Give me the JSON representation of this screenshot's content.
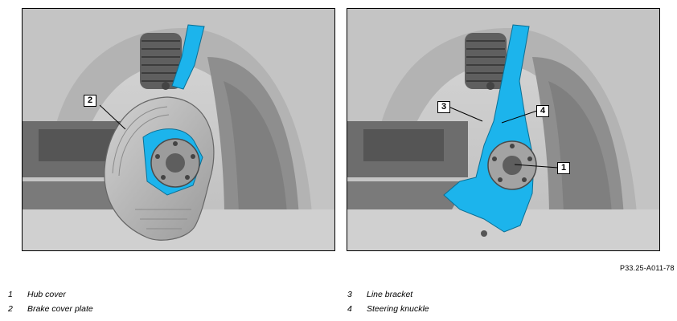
{
  "illustration": {
    "reference_code": "P33.25-A011-78",
    "left_callouts": [
      {
        "label": "2"
      }
    ],
    "right_callouts": [
      {
        "label": "3"
      },
      {
        "label": "4"
      },
      {
        "label": "1"
      }
    ]
  },
  "legend": [
    {
      "number": "1",
      "text": "Hub cover"
    },
    {
      "number": "2",
      "text": "Brake cover plate"
    },
    {
      "number": "3",
      "text": "Line bracket"
    },
    {
      "number": "4",
      "text": "Steering knuckle"
    }
  ],
  "colors": {
    "highlight": "#1cb4ec",
    "background": "#cfcfcf",
    "body": "#9a9a9a"
  }
}
